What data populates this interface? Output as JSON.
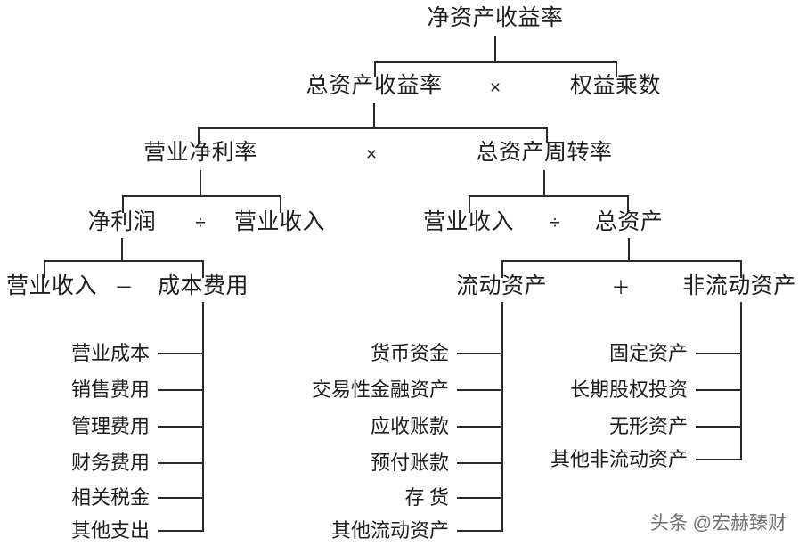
{
  "diagram": {
    "title": "净资产收益率",
    "type": "DuPont analysis tree",
    "levels": {
      "l1": {
        "root": "净资产收益率"
      },
      "l2": {
        "left": "总资产收益率",
        "operator": "×",
        "right": "权益乘数"
      },
      "l3": {
        "left": "营业净利率",
        "operator": "×",
        "right": "总资产周转率"
      },
      "l4": {
        "left_a": "净利润",
        "left_op": "÷",
        "left_b": "营业收入",
        "right_a": "营业收入",
        "right_op": "÷",
        "right_b": "总资产"
      },
      "l5": {
        "left_a": "营业收入",
        "left_op": "－",
        "left_b": "成本费用",
        "right_a": "流动资产",
        "right_op": "＋",
        "right_b": "非流动资产"
      }
    },
    "leaf_groups": {
      "cost_expense": {
        "parent": "成本费用",
        "items": [
          "营业成本",
          "销售费用",
          "管理费用",
          "财务费用",
          "相关税金",
          "其他支出"
        ]
      },
      "current_assets": {
        "parent": "流动资产",
        "items": [
          "货币资金",
          "交易性金融资产",
          "应收账款",
          "预付账款",
          "存  货",
          "其他流动资产"
        ]
      },
      "non_current_assets": {
        "parent": "非流动资产",
        "items": [
          "固定资产",
          "长期股权投资",
          "无形资产",
          "其他非流动资产"
        ]
      }
    }
  },
  "watermark": {
    "text": "头条 @宏赫臻财"
  },
  "colors": {
    "line": "#2a2a2a",
    "text": "#1d1d1d",
    "background": "#ffffff",
    "watermark": "#5c5c5c"
  }
}
